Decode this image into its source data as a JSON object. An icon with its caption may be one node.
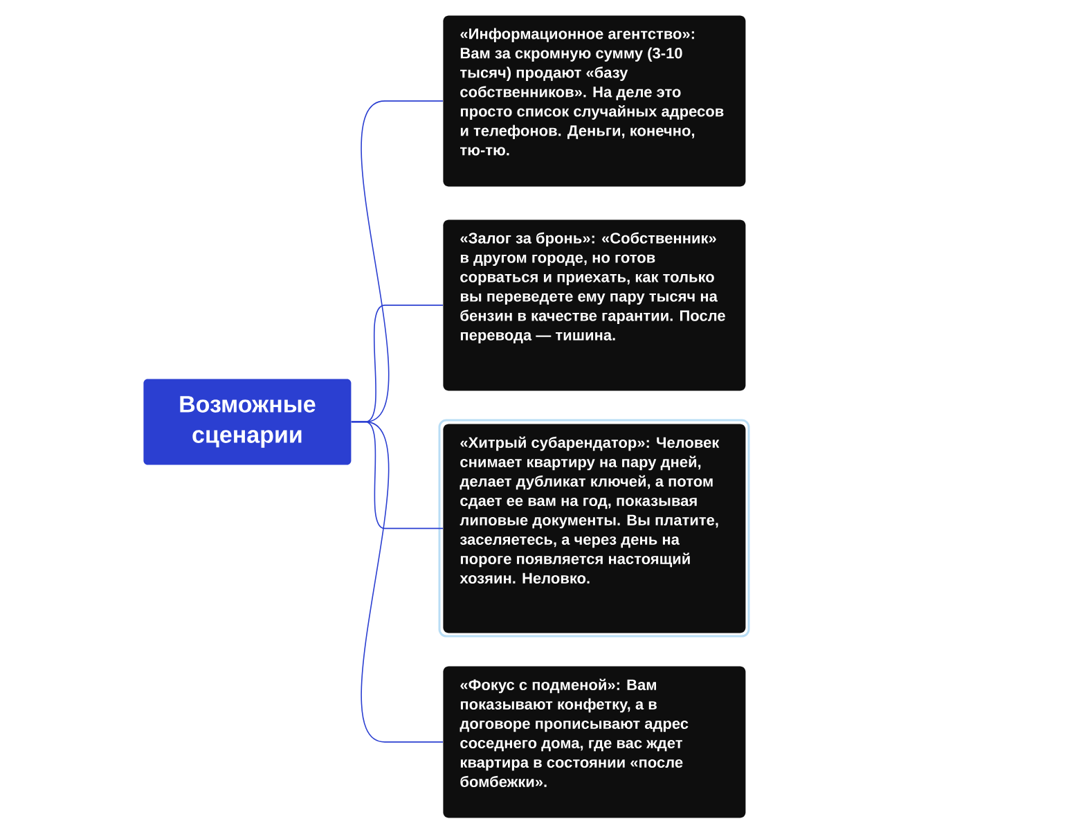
{
  "diagram": {
    "nodes": [
      {
        "text": [
          "Возможные сценарии"
        ]
      },
      {
        "text": [
          "«Информационное агентство»: Вам за скромную сумму (3-10 тысяч) продают «базу собственников». На деле это просто список случайных адресов и телефонов. Деньги, конечно, тю-тю."
        ]
      },
      {
        "text": [
          "«Залог за бронь»: «Собственник» в другом городе, но готов сорваться и приехать, как только вы переведете ему пару тысяч на бензин в качестве гарантии. После перевода — тишина."
        ]
      },
      {
        "text": [
          "«Хитрый субарендатор»: Человек снимает квартиру на пару дней, делает дубликат ключей, а потом сдает ее вам на год, показывая липовые документы. Вы платите, заселяетесь, а через день на пороге появляется настоящий хозяин. Неловко."
        ]
      },
      {
        "text": [
          "«Фокус с подменой»: Вам показывают конфетку, а в договоре прописывают адрес соседнего дома, где вас ждет квартира в состоянии «после бомбежки»."
        ]
      }
    ],
    "edges": [
      {
        "from": 0,
        "to": 1,
        "arrow": "none"
      },
      {
        "from": 0,
        "to": 2,
        "arrow": "none"
      },
      {
        "from": 0,
        "to": 3,
        "arrow": "none"
      },
      {
        "from": 0,
        "to": 4,
        "arrow": "none"
      }
    ]
  }
}
